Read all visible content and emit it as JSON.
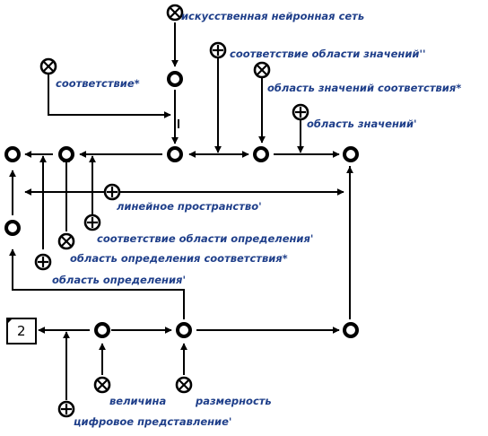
{
  "labels": {
    "ann": "искусственная нейронная сеть",
    "corr": "соответствие*",
    "corr_range2": "соответствие области значений''",
    "range_corr": "область значений соответствия*",
    "range": "область значений'",
    "linear_space": "линейное пространство'",
    "corr_domain": "соответствие области определения'",
    "domain_corr": "область определения соответствия*",
    "domain": "область определения'",
    "quantity": "величина",
    "dimension": "размерность",
    "digital": "цифровое представление'"
  },
  "box_label": "2",
  "symbol_kinds": {
    "ann": "cross",
    "corr": "cross",
    "corr_range2": "plus",
    "range_corr": "cross",
    "range": "plus",
    "linear_space": "plus",
    "corr_domain": "plus",
    "domain_corr": "cross",
    "domain": "plus",
    "quantity": "cross",
    "dimension": "cross",
    "digital": "plus"
  }
}
